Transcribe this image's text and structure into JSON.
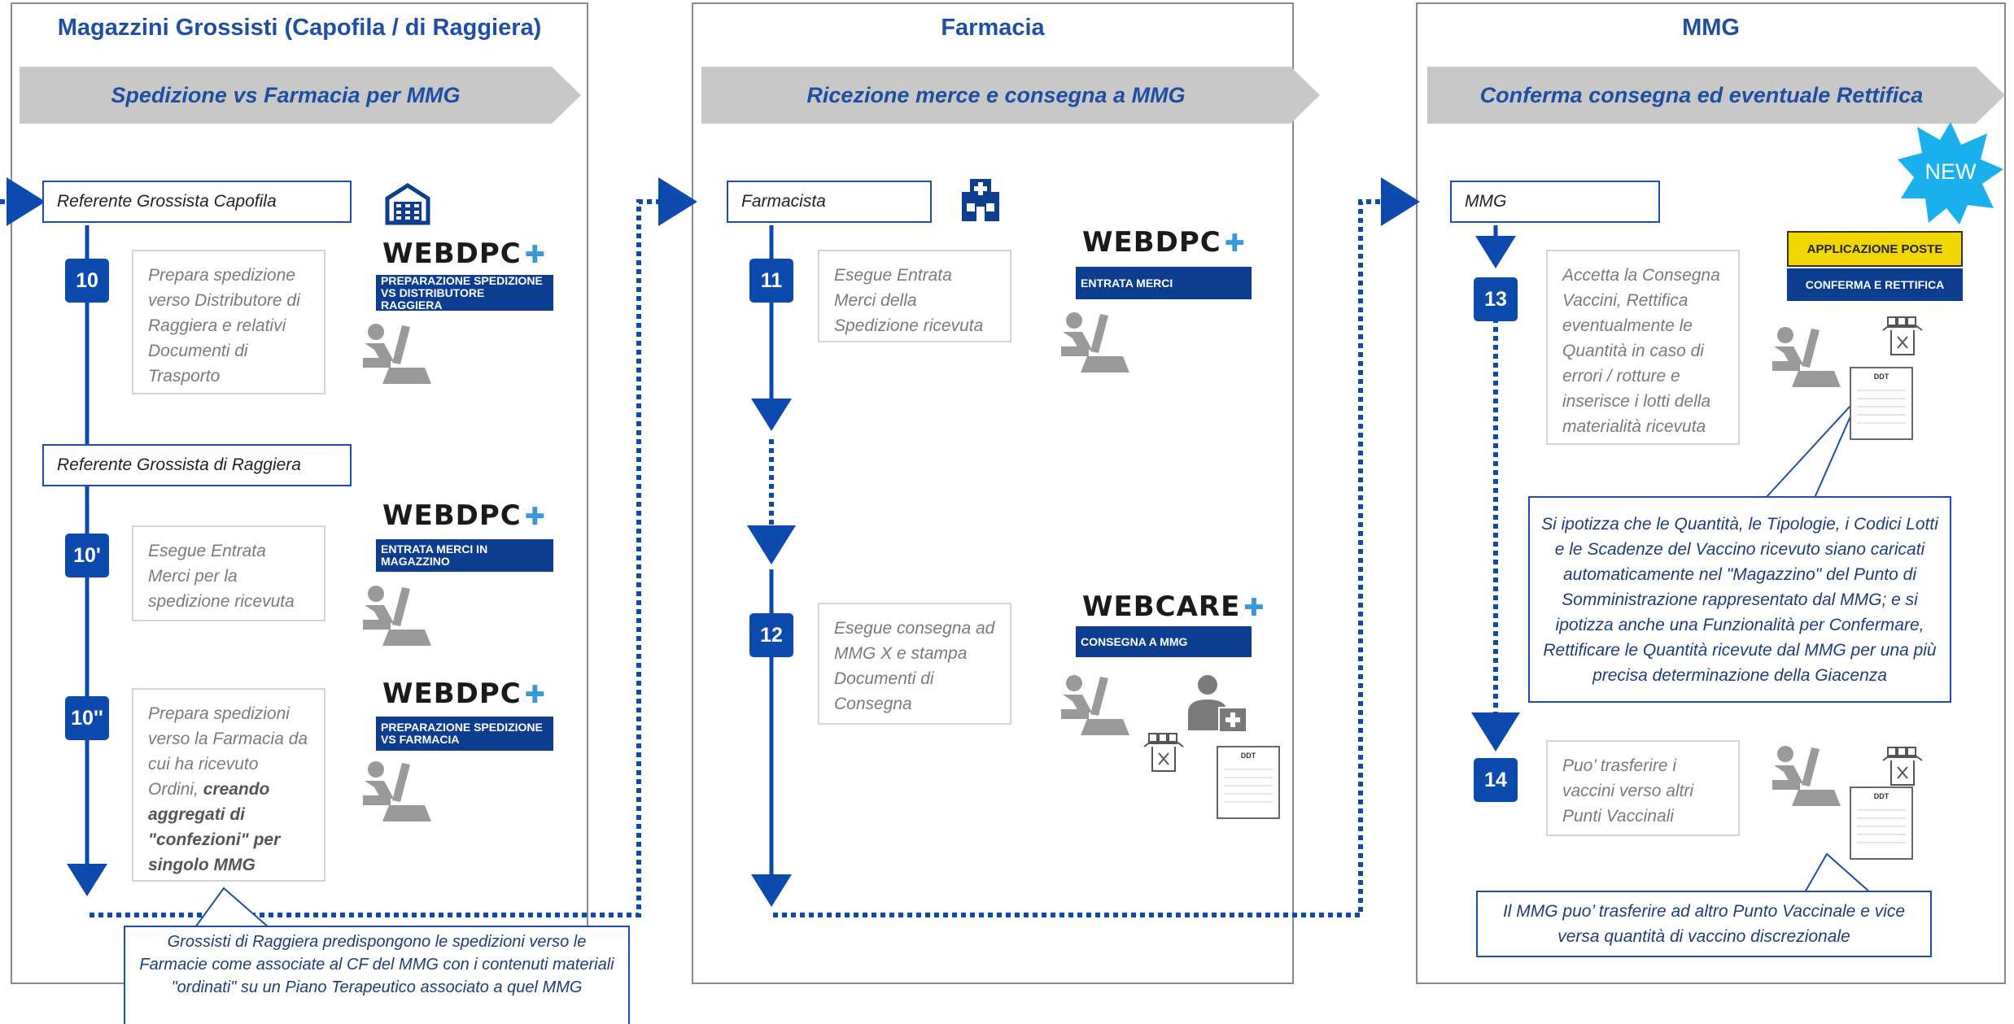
{
  "panels": [
    {
      "title": "Magazzini Grossisti (Capofila / di Raggiera)",
      "banner": "Spedizione vs Farmacia per MMG"
    },
    {
      "title": "Farmacia",
      "banner": "Ricezione merce e consegna a MMG"
    },
    {
      "title": "MMG",
      "banner": "Conferma consegna ed eventuale Rettifica"
    }
  ],
  "roles": {
    "capofila": "Referente Grossista Capofila",
    "raggiera": "Referente Grossista di Raggiera",
    "farmacista": "Farmacista",
    "mmg": "MMG"
  },
  "steps": {
    "s10": {
      "num": "10",
      "text": "Prepara spedizione verso Distributore di Raggiera e relativi Documenti di Trasporto",
      "system": "WEBDPC",
      "label": "PREPARAZIONE SPEDIZIONE VS DISTRIBUTORE RAGGIERA"
    },
    "s10b": {
      "num": "10'",
      "text": "Esegue Entrata Merci per la spedizione ricevuta",
      "system": "WEBDPC",
      "label": "ENTRATA MERCI IN MAGAZZINO"
    },
    "s10c": {
      "num": "10''",
      "text_plain": "Prepara spedizioni verso la Farmacia da cui ha ricevuto Ordini, ",
      "text_bold": "creando aggregati di \"confezioni\" per singolo MMG",
      "system": "WEBDPC",
      "label": "PREPARAZIONE SPEDIZIONE VS FARMACIA"
    },
    "s11": {
      "num": "11",
      "text": "Esegue Entrata Merci della Spedizione ricevuta",
      "system": "WEBDPC",
      "label": "ENTRATA MERCI"
    },
    "s12": {
      "num": "12",
      "text": "Esegue consegna ad MMG X e stampa Documenti di Consegna",
      "system": "WEBCARE",
      "label": "CONSEGNA A MMG"
    },
    "s13": {
      "num": "13",
      "text": "Accetta la Consegna Vaccini,  Rettifica eventualmente le Quantità in caso di errori / rotture e inserisce i lotti della materialità ricevuta",
      "app_label": "APPLICAZIONE POSTE",
      "label": "CONFERMA E RETTIFICA"
    },
    "s14": {
      "num": "14",
      "text": "Puo’ trasferire i vaccini verso altri Punti Vaccinali"
    }
  },
  "callouts": {
    "grossisti": "Grossisti di Raggiera predispongono le spedizioni verso le Farmacie come associate al CF del MMG con i contenuti materiali \"ordinati\" su un Piano Terapeutico associato a quel MMG",
    "mmg_note": "Si ipotizza che le Quantità, le Tipologie, i Codici Lotti e le Scadenze del Vaccino ricevuto siano caricati automaticamente nel \"Magazzino\" del Punto di Somministrazione rappresentato dal MMG; e si ipotizza anche una Funzionalità per Confermare, Rettificare le Quantità ricevute dal MMG per una più precisa determinazione della Giacenza",
    "transfer": "Il MMG puo’ trasferire ad altro Punto Vaccinale e vice versa quantità di vaccino discrezionale"
  },
  "badge": "NEW",
  "ddt": "DDT",
  "colors": {
    "accent": "#0d4aad",
    "label_bg": "#0d3d8f",
    "title": "#1f4fa3",
    "badge": "#1ab0ee",
    "app_label": "#f2d600"
  }
}
